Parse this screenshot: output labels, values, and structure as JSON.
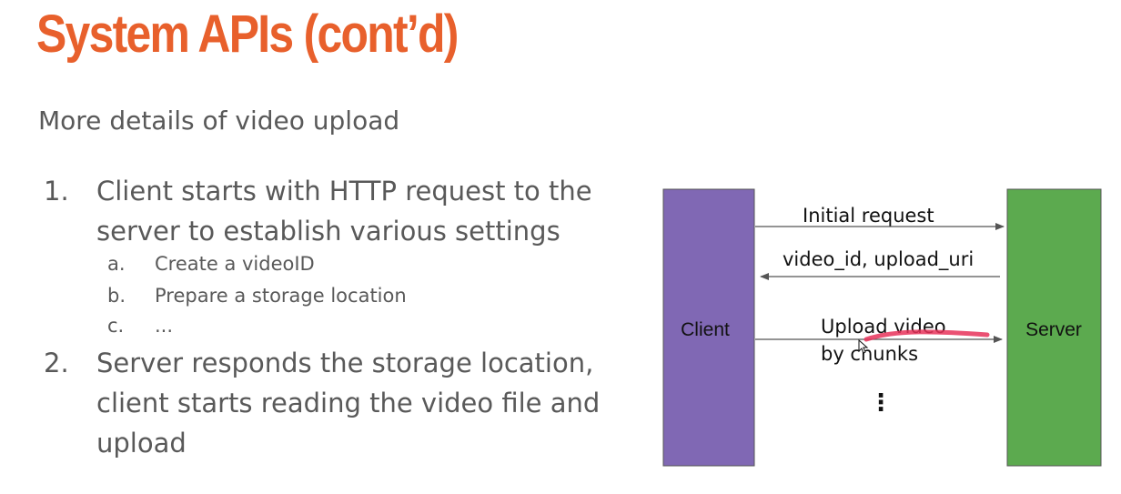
{
  "slide": {
    "title": "System APIs (cont’d)",
    "subtitle": "More details of video upload",
    "steps": [
      {
        "number": "1.",
        "text": "Client starts with HTTP request to the server to establish various settings",
        "subitems": [
          {
            "letter": "a.",
            "text": "Create a videoID"
          },
          {
            "letter": "b.",
            "text": "Prepare a storage location"
          },
          {
            "letter": "c.",
            "text": "..."
          }
        ]
      },
      {
        "number": "2.",
        "text": "Server responds the storage location, client starts reading the video file and upload"
      }
    ]
  },
  "diagram": {
    "client_label": "Client",
    "server_label": "Server",
    "client_color": "#8068b4",
    "server_color": "#5caa4f",
    "messages": [
      {
        "text": "Initial request",
        "direction": "client-to-server"
      },
      {
        "text": "video_id, upload_uri",
        "direction": "server-to-client"
      },
      {
        "text_line1": "Upload video",
        "text_line2": "by chunks",
        "direction": "client-to-server"
      }
    ],
    "continuation": "⋮",
    "annotation_color": "#e8335a"
  }
}
